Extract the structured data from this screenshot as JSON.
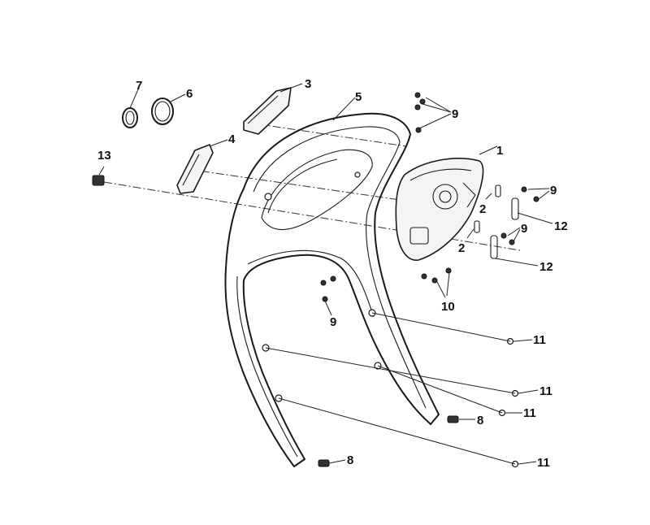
{
  "callouts": [
    {
      "id": "c1",
      "text": "1"
    },
    {
      "id": "c2a",
      "text": "2"
    },
    {
      "id": "c2b",
      "text": "2"
    },
    {
      "id": "c3",
      "text": "3"
    },
    {
      "id": "c4",
      "text": "4"
    },
    {
      "id": "c5",
      "text": "5"
    },
    {
      "id": "c6",
      "text": "6"
    },
    {
      "id": "c7",
      "text": "7"
    },
    {
      "id": "c8a",
      "text": "8"
    },
    {
      "id": "c8b",
      "text": "8"
    },
    {
      "id": "c9a",
      "text": "9"
    },
    {
      "id": "c9b",
      "text": "9"
    },
    {
      "id": "c9c",
      "text": "9"
    },
    {
      "id": "c9d",
      "text": "9"
    },
    {
      "id": "c10",
      "text": "10"
    },
    {
      "id": "c11a",
      "text": "11"
    },
    {
      "id": "c11b",
      "text": "11"
    },
    {
      "id": "c11c",
      "text": "11"
    },
    {
      "id": "c11d",
      "text": "11"
    },
    {
      "id": "c12a",
      "text": "12"
    },
    {
      "id": "c12b",
      "text": "12"
    },
    {
      "id": "c13",
      "text": "13"
    }
  ]
}
